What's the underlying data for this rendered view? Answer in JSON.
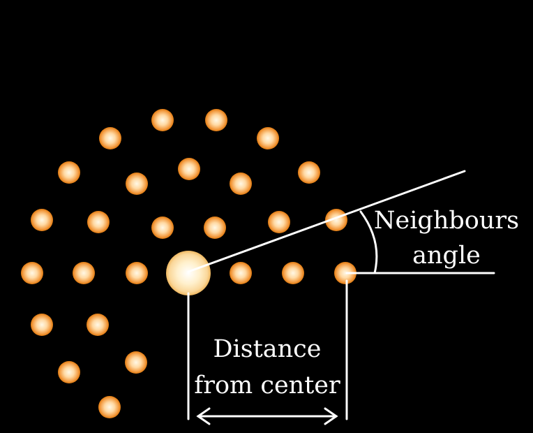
{
  "labels": {
    "angle_line1": "Neighbours",
    "angle_line2": "angle",
    "distance_line1": "Distance",
    "distance_line2": "from center"
  },
  "colors": {
    "background": "#000000",
    "dot_core": "#fff6df",
    "dot_edge": "#f08a1e",
    "center_core": "#ffffff",
    "center_edge": "#f2c47a",
    "annotation": "#ffffff"
  }
}
